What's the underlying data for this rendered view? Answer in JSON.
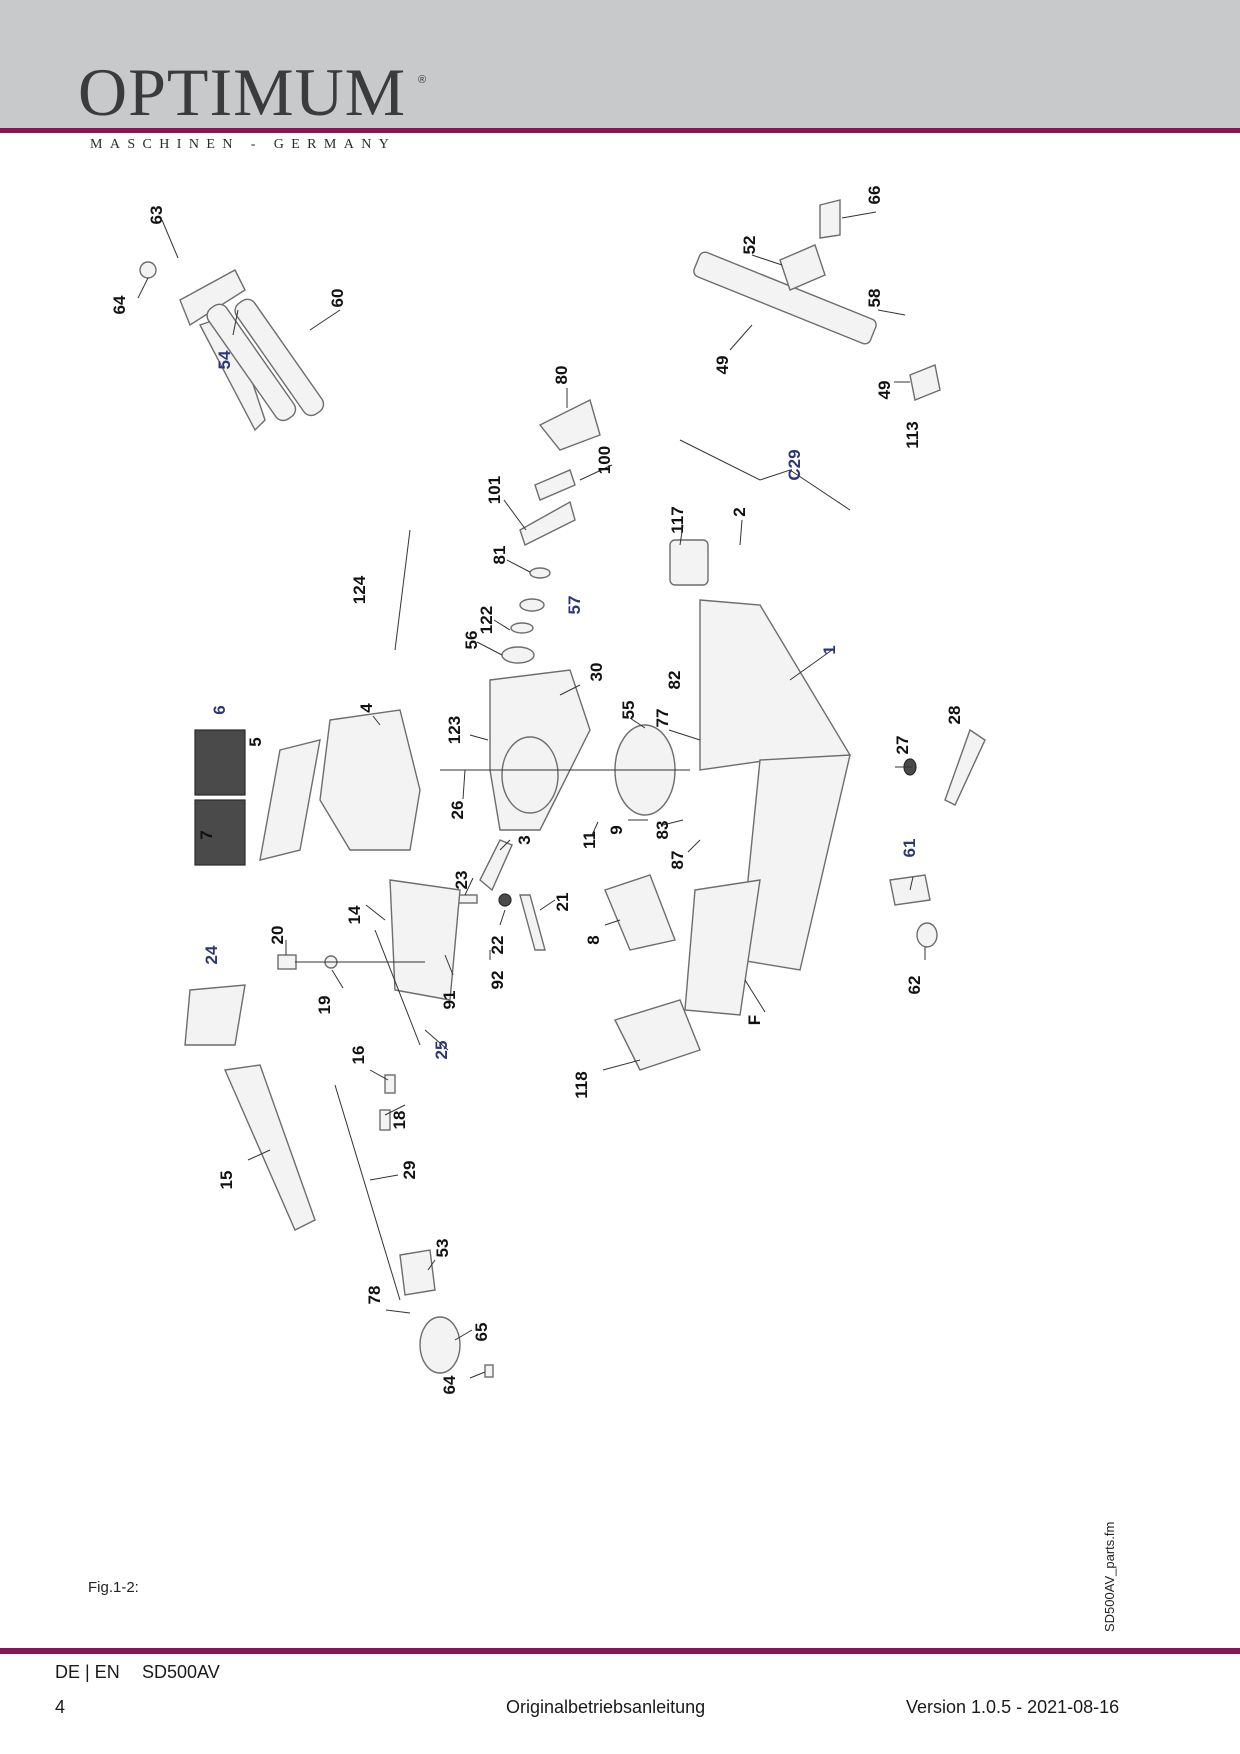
{
  "header": {
    "logo_text": "OPTIMUM",
    "logo_reg": "®",
    "tagline": "MASCHINEN - GERMANY"
  },
  "colors": {
    "header_band": "#c8c9cb",
    "accent": "#8a1457",
    "label_blue": "#2c3677"
  },
  "figure": {
    "caption": "Fig.1-2:",
    "side_filename": "SD500AV_parts.fm",
    "labels": [
      {
        "id": "63",
        "text": "63",
        "color": "black"
      },
      {
        "id": "64a",
        "text": "64",
        "color": "black"
      },
      {
        "id": "54",
        "text": "54",
        "color": "blue"
      },
      {
        "id": "60",
        "text": "60",
        "color": "black"
      },
      {
        "id": "66",
        "text": "66",
        "color": "black"
      },
      {
        "id": "52",
        "text": "52",
        "color": "black"
      },
      {
        "id": "58",
        "text": "58",
        "color": "black"
      },
      {
        "id": "49a",
        "text": "49",
        "color": "black"
      },
      {
        "id": "49b",
        "text": "49",
        "color": "black"
      },
      {
        "id": "113",
        "text": "113",
        "color": "black"
      },
      {
        "id": "80",
        "text": "80",
        "color": "black"
      },
      {
        "id": "101",
        "text": "101",
        "color": "black"
      },
      {
        "id": "100",
        "text": "100",
        "color": "black"
      },
      {
        "id": "C29",
        "text": "C29",
        "color": "blue"
      },
      {
        "id": "117",
        "text": "117",
        "color": "black"
      },
      {
        "id": "2",
        "text": "2",
        "color": "black"
      },
      {
        "id": "81",
        "text": "81",
        "color": "black"
      },
      {
        "id": "57",
        "text": "57",
        "color": "blue"
      },
      {
        "id": "122",
        "text": "122",
        "color": "black"
      },
      {
        "id": "124",
        "text": "124",
        "color": "black"
      },
      {
        "id": "56",
        "text": "56",
        "color": "black"
      },
      {
        "id": "1",
        "text": "1",
        "color": "blue"
      },
      {
        "id": "30",
        "text": "30",
        "color": "black"
      },
      {
        "id": "82",
        "text": "82",
        "color": "black"
      },
      {
        "id": "55",
        "text": "55",
        "color": "black"
      },
      {
        "id": "77",
        "text": "77",
        "color": "black"
      },
      {
        "id": "4",
        "text": "4",
        "color": "black"
      },
      {
        "id": "123",
        "text": "123",
        "color": "black"
      },
      {
        "id": "6",
        "text": "6",
        "color": "blue"
      },
      {
        "id": "5",
        "text": "5",
        "color": "black"
      },
      {
        "id": "27",
        "text": "27",
        "color": "black"
      },
      {
        "id": "28",
        "text": "28",
        "color": "black"
      },
      {
        "id": "26",
        "text": "26",
        "color": "black"
      },
      {
        "id": "7",
        "text": "7",
        "color": "black"
      },
      {
        "id": "11",
        "text": "11",
        "color": "black"
      },
      {
        "id": "9",
        "text": "9",
        "color": "black"
      },
      {
        "id": "83",
        "text": "83",
        "color": "black"
      },
      {
        "id": "3",
        "text": "3",
        "color": "black"
      },
      {
        "id": "87",
        "text": "87",
        "color": "black"
      },
      {
        "id": "61",
        "text": "61",
        "color": "blue"
      },
      {
        "id": "23",
        "text": "23",
        "color": "black"
      },
      {
        "id": "14",
        "text": "14",
        "color": "black"
      },
      {
        "id": "21",
        "text": "21",
        "color": "black"
      },
      {
        "id": "20",
        "text": "20",
        "color": "black"
      },
      {
        "id": "24",
        "text": "24",
        "color": "blue"
      },
      {
        "id": "22",
        "text": "22",
        "color": "black"
      },
      {
        "id": "8",
        "text": "8",
        "color": "black"
      },
      {
        "id": "92",
        "text": "92",
        "color": "black"
      },
      {
        "id": "62",
        "text": "62",
        "color": "black"
      },
      {
        "id": "19",
        "text": "19",
        "color": "black"
      },
      {
        "id": "91",
        "text": "91",
        "color": "black"
      },
      {
        "id": "F",
        "text": "F",
        "color": "black"
      },
      {
        "id": "25",
        "text": "25",
        "color": "blue"
      },
      {
        "id": "16",
        "text": "16",
        "color": "black"
      },
      {
        "id": "118",
        "text": "118",
        "color": "black"
      },
      {
        "id": "18",
        "text": "18",
        "color": "black"
      },
      {
        "id": "15",
        "text": "15",
        "color": "black"
      },
      {
        "id": "29",
        "text": "29",
        "color": "black"
      },
      {
        "id": "53",
        "text": "53",
        "color": "black"
      },
      {
        "id": "78",
        "text": "78",
        "color": "black"
      },
      {
        "id": "65",
        "text": "65",
        "color": "black"
      },
      {
        "id": "64b",
        "text": "64",
        "color": "black"
      }
    ]
  },
  "footer": {
    "lang": "DE | EN",
    "model": "SD500AV",
    "page": "4",
    "doc": "Originalbetriebsanleitung",
    "version": "Version 1.0.5 - 2021-08-16"
  }
}
